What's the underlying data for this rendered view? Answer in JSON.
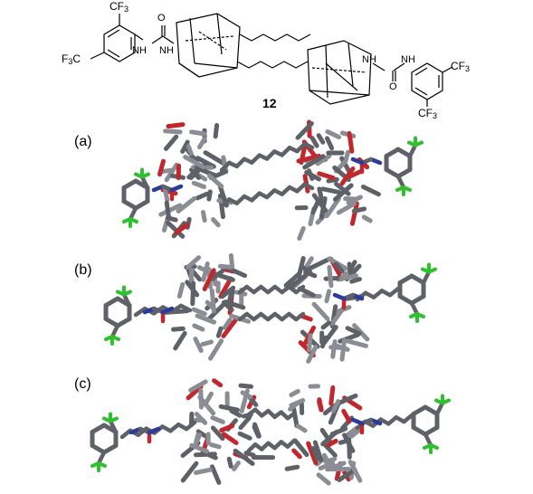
{
  "scheme": {
    "compound_number": "12",
    "labels": {
      "cf3_top_left": "CF",
      "cf3_mid_left": "F",
      "cf3_mid_left_tail": "C",
      "nh_1": "NH",
      "nh_1b": "NH",
      "o_1": "O",
      "nh_2": "NH",
      "nh_2b": "NH",
      "o_2": "O",
      "cf3_top_right": "CF",
      "cf3_bottom_right": "CF",
      "sub3": "3"
    }
  },
  "panels": [
    {
      "label": "(a)"
    },
    {
      "label": "(b)"
    },
    {
      "label": "(c)"
    }
  ],
  "colors": {
    "carbon": "#5e6168",
    "carbon_light": "#8a8d94",
    "oxygen": "#c0282d",
    "nitrogen": "#2b3b9c",
    "fluorine": "#2fbf2f"
  }
}
